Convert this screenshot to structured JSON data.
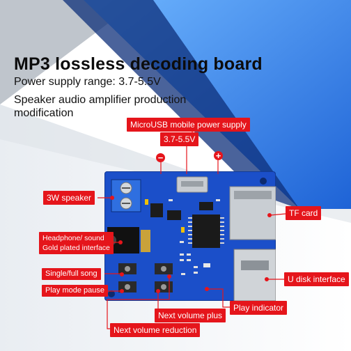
{
  "header": {
    "title": "MP3 lossless decoding board",
    "line1": "Power supply range: 3.7-5.5V",
    "line2": "Speaker audio amplifier production",
    "line3": "modification"
  },
  "labels": {
    "microusb": "MicroUSB mobile power supply",
    "voltage": "3.7-5.5V",
    "minus": "−",
    "plus": "+",
    "speaker": "3W  speaker",
    "headphone_1": "Headphone/ sound",
    "headphone_2": "Gold plated interface",
    "single": "Single/full song",
    "pause": "Play mode pause",
    "tf": "TF card",
    "udisk": "U disk interface",
    "play": "Play indicator",
    "vol_plus": "Next volume plus",
    "vol_minus": "Next volume reduction"
  },
  "colors": {
    "accent": "#e5151b",
    "board": "#1b4fc9",
    "backdrop": "#2a7ee6"
  }
}
